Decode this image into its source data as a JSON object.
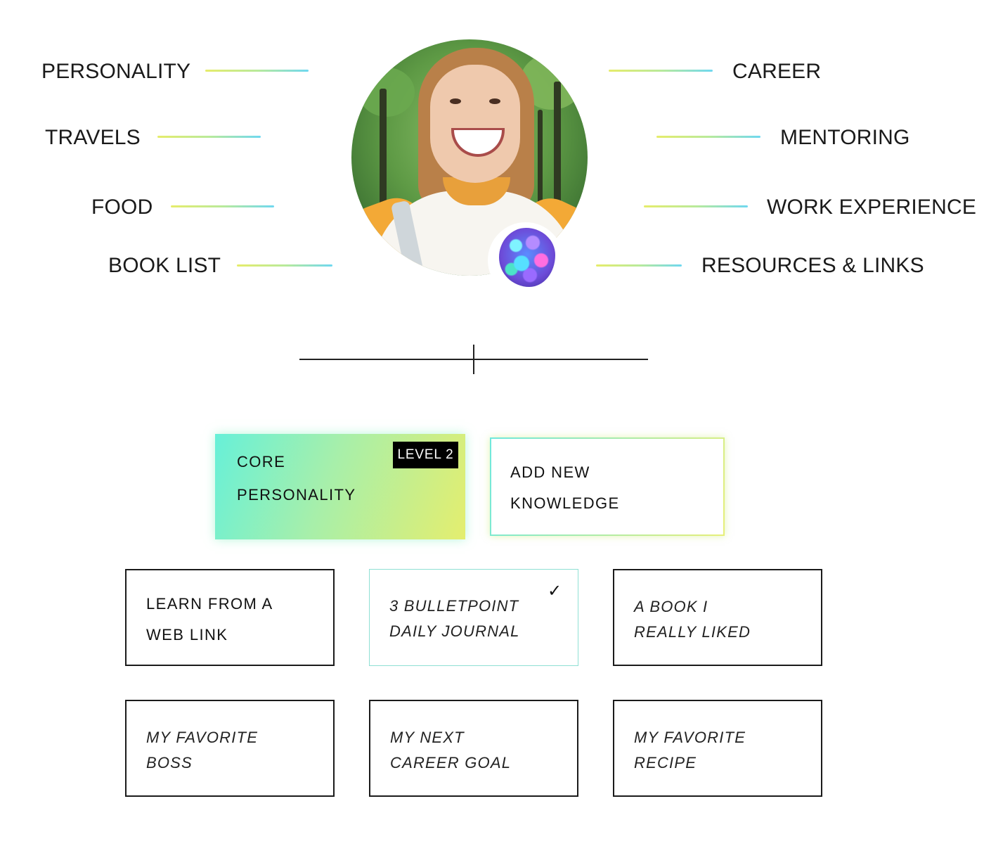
{
  "topics_left": [
    {
      "label": "PERSONALITY"
    },
    {
      "label": "TRAVELS"
    },
    {
      "label": "FOOD"
    },
    {
      "label": "BOOK LIST"
    }
  ],
  "topics_right": [
    {
      "label": "CAREER"
    },
    {
      "label": "MENTORING"
    },
    {
      "label": "WORK EXPERIENCE"
    },
    {
      "label": "RESOURCES & LINKS"
    }
  ],
  "core_card": {
    "line1": "CORE",
    "line2": "PERSONALITY",
    "level": "LEVEL 2"
  },
  "add_card": {
    "line1": "ADD NEW",
    "line2": "KNOWLEDGE"
  },
  "knowledge_cards": [
    {
      "line1": "LEARN FROM A",
      "line2": "WEB LINK"
    },
    {
      "line1": "3 BULLETPOINT",
      "line2": "DAILY JOURNAL",
      "checked": true
    },
    {
      "line1": "A BOOK I",
      "line2": "REALLY LIKED"
    },
    {
      "line1": "MY FAVORITE",
      "line2": "BOSS"
    },
    {
      "line1": "MY NEXT",
      "line2": "CAREER GOAL"
    },
    {
      "line1": "MY FAVORITE",
      "line2": "RECIPE"
    }
  ],
  "icons": {
    "check": "check-icon",
    "avatar": "avatar-photo",
    "badge": "orb-icon"
  },
  "colors": {
    "gradient_start": "#67f0d8",
    "gradient_end": "#e4ee6f",
    "line_cyan": "#6fd8f0",
    "line_yellow": "#e6ec6a"
  }
}
